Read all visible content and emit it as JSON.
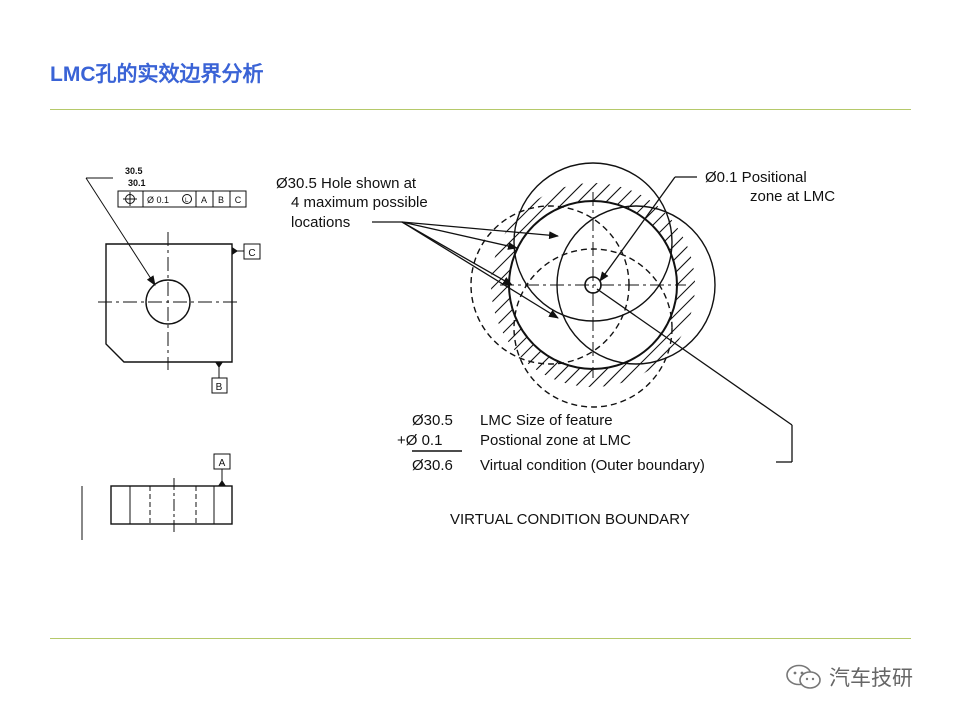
{
  "slide": {
    "title": "LMC孔的实效边界分析"
  },
  "drawing": {
    "upper_tol": "30.5",
    "lower_tol": "30.1",
    "fcf_tol": "Ø 0.1",
    "datum_a": "A",
    "datum_b": "B",
    "datum_c": "C"
  },
  "diagram": {
    "hole_note_1": "Ø30.5 Hole shown at",
    "hole_note_2": "4 maximum possible",
    "hole_note_3": "locations",
    "zone_note_1": "Ø0.1 Positional",
    "zone_note_2": "zone at LMC",
    "calc_1_value": "Ø30.5",
    "calc_1_label": "LMC Size of feature",
    "calc_2_value": "+Ø  0.1",
    "calc_2_label": "Postional zone at LMC",
    "calc_3_value": "Ø30.6",
    "calc_3_label": "Virtual condition (Outer boundary)",
    "caption": "VIRTUAL CONDITION BOUNDARY"
  },
  "watermark": {
    "text": "汽车技研"
  }
}
